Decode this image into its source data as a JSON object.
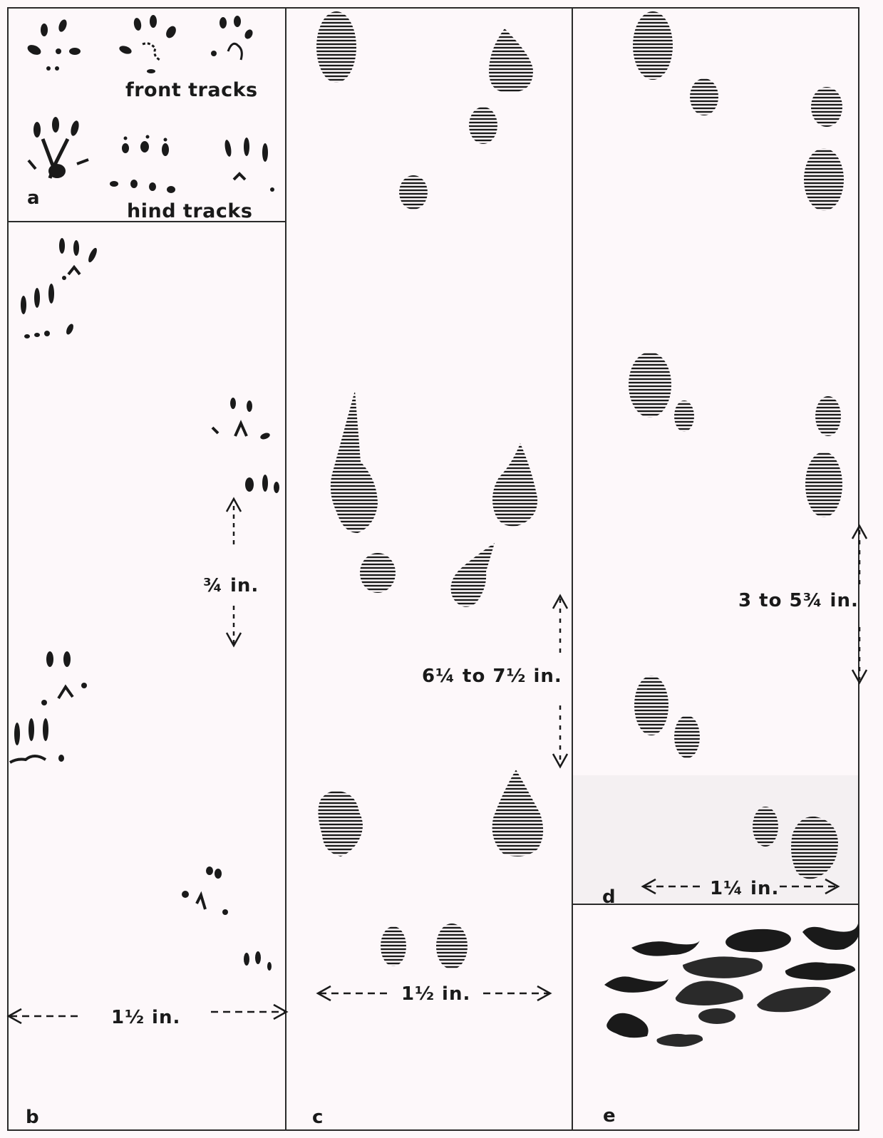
{
  "panels": {
    "a": {
      "letter": "a",
      "front_caption": "front tracks",
      "hind_caption": "hind tracks"
    },
    "b": {
      "letter": "b",
      "gap_label": "¾ in.",
      "width_label": "1½ in."
    },
    "c": {
      "letter": "c",
      "stride_label": "6¼ to 7½ in.",
      "width_label": "1½ in."
    },
    "d": {
      "letter": "d",
      "stride_label": "3 to 5¾ in.",
      "width_label": "1¼ in."
    },
    "e": {
      "letter": "e"
    }
  },
  "colors": {
    "ink": "#1a1a1a",
    "paper": "#fdf8fa",
    "panel_d_bottom": "#f4f0f2"
  }
}
